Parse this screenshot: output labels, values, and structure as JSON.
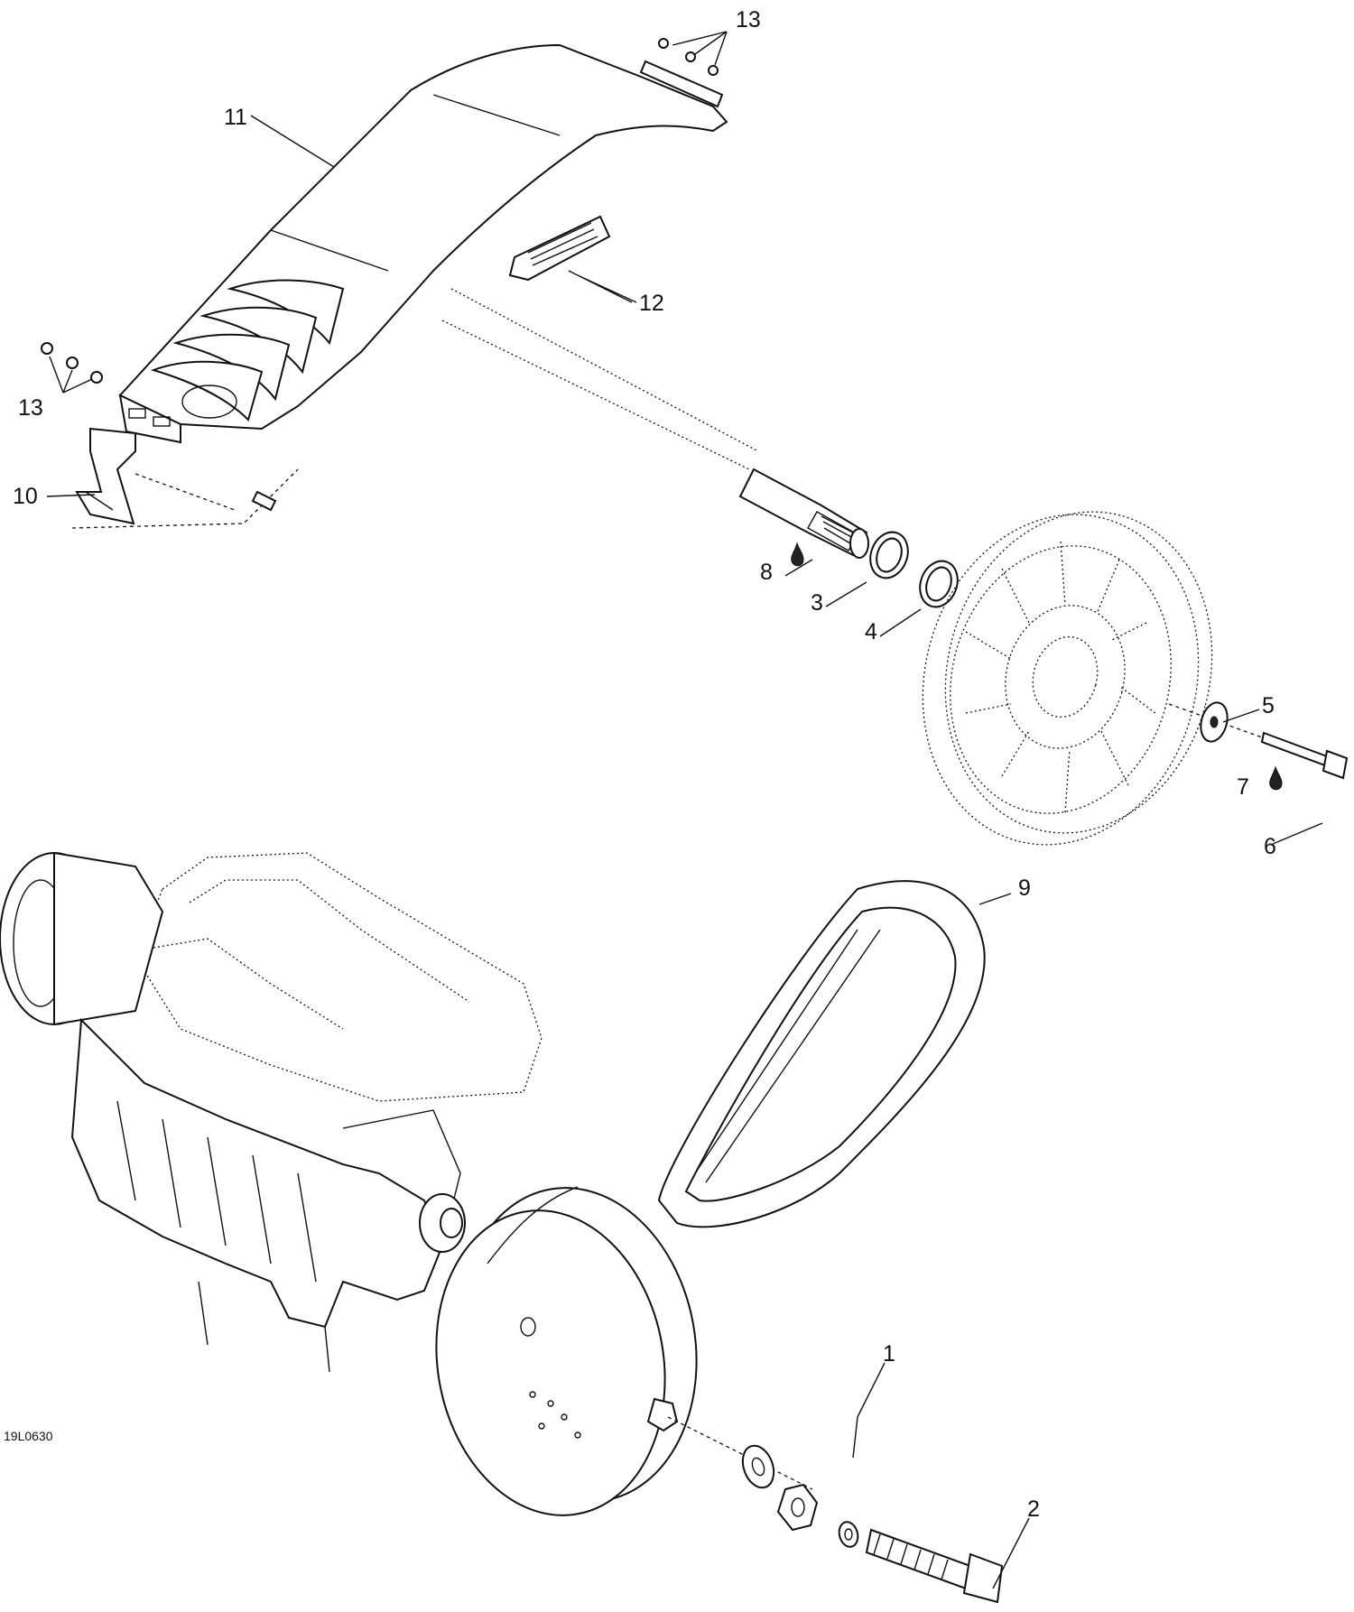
{
  "diagram": {
    "drawing_code": "19L0630",
    "callouts": [
      "1",
      "2",
      "3",
      "4",
      "5",
      "6",
      "7",
      "8",
      "9",
      "10",
      "11",
      "12",
      "13"
    ]
  }
}
